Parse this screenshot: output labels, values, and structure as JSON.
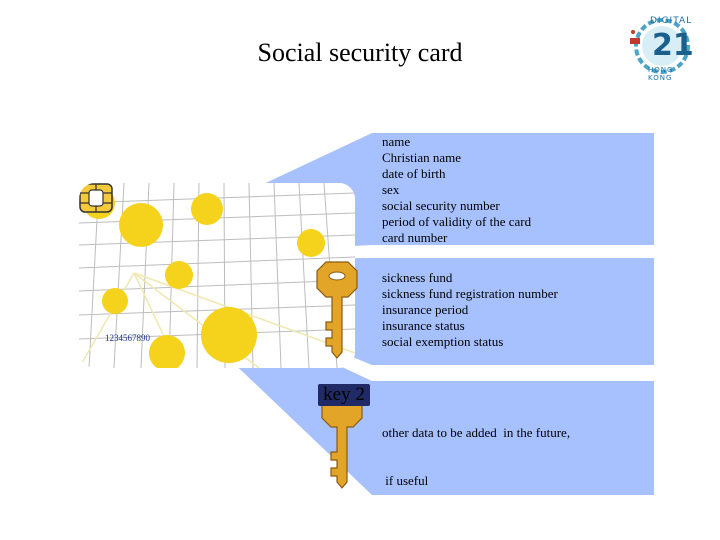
{
  "title": "Social security card",
  "logo": {
    "top_text": "DIGITAL",
    "number": "21",
    "bottom_text": "HONG KONG"
  },
  "card": {
    "number": "1234567890"
  },
  "key_label": "key 2",
  "sections": [
    {
      "lines": [
        "name",
        "Christian name",
        "date of birth",
        "sex",
        "social security number",
        "period of validity of the card",
        "card number"
      ]
    },
    {
      "lines": [
        "sickness fund",
        "sickness fund registration number",
        "insurance period",
        "insurance status",
        "social exemption status"
      ]
    },
    {
      "lines": [
        "other data to be added  in the future,",
        " if useful"
      ]
    }
  ],
  "colors": {
    "panel": "#a7c1ff",
    "key": "#e3a528",
    "ball": "#f5d21c",
    "beam": "#a7c1ff"
  }
}
